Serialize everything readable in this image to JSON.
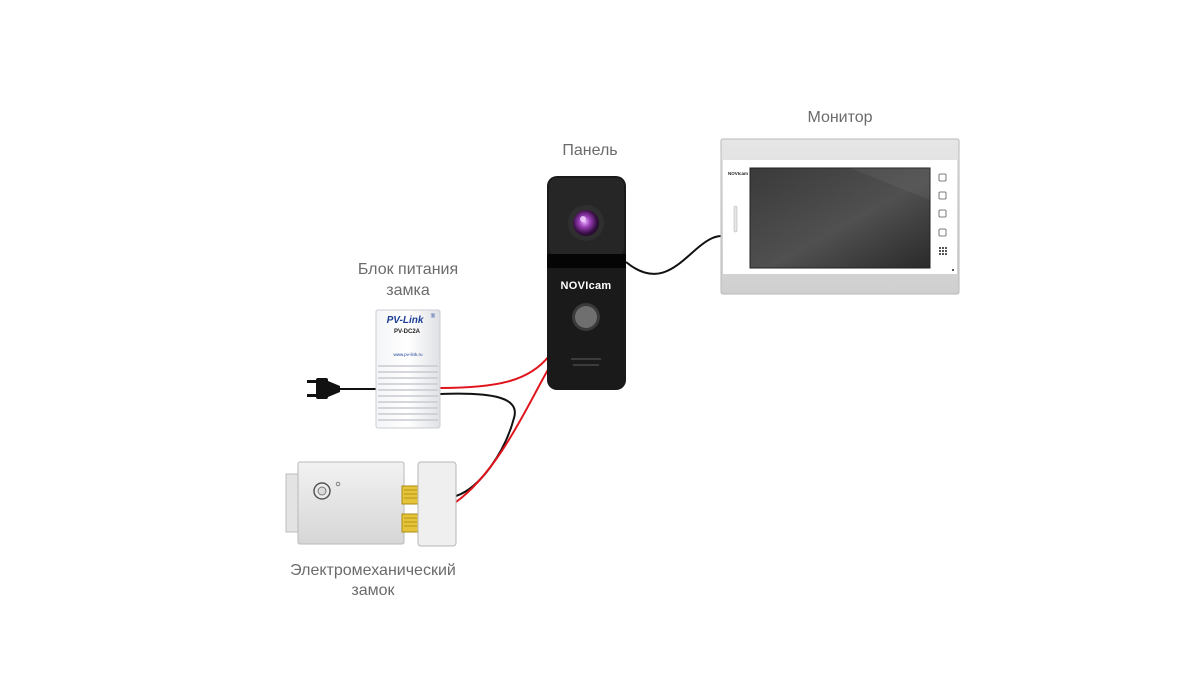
{
  "labels": {
    "monitor": "Монитор",
    "panel": "Панель",
    "psu_line1": "Блок питания",
    "psu_line2": "замка",
    "lock_line1": "Электромеханический",
    "lock_line2": "замок"
  },
  "devices": {
    "psu": {
      "brand": "PV-Link",
      "brand_mark": "®",
      "model": "PV-DC2A",
      "url": "www.pv-link.ru"
    },
    "panel": {
      "brand": "NOVIcam"
    },
    "monitor": {
      "brand": "NOVIcam"
    }
  },
  "colors": {
    "wire_red": "#e0141c",
    "wire_black": "#111111",
    "panel_body": "#161616",
    "psu_brand_blue": "#1d3f95"
  }
}
